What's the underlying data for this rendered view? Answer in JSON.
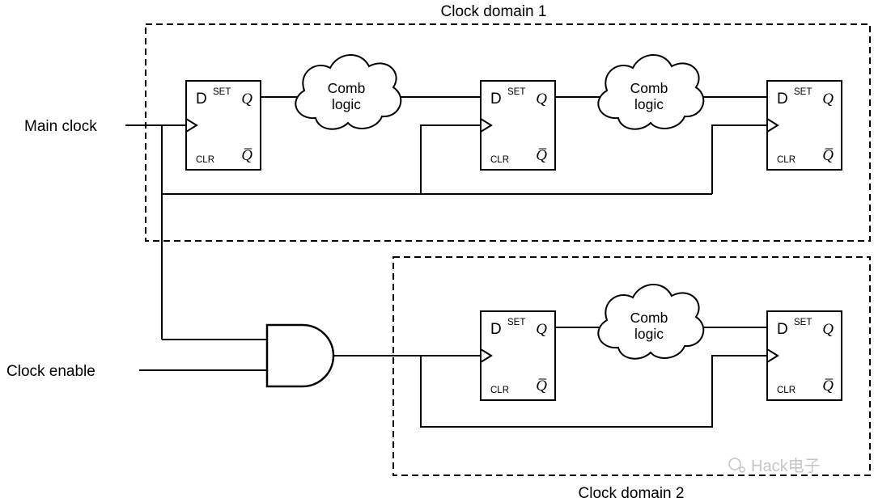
{
  "titles": {
    "domain1": "Clock domain 1",
    "domain2": "Clock domain 2"
  },
  "labels": {
    "main_clock": "Main clock",
    "clock_enable": "Clock enable"
  },
  "cloud": {
    "line1": "Comb",
    "line2": "logic"
  },
  "ff": {
    "d": "D",
    "set": "SET",
    "q": "Q",
    "clr": "CLR",
    "qbar": "Q̅"
  },
  "watermark": {
    "text": "Hack电子"
  }
}
